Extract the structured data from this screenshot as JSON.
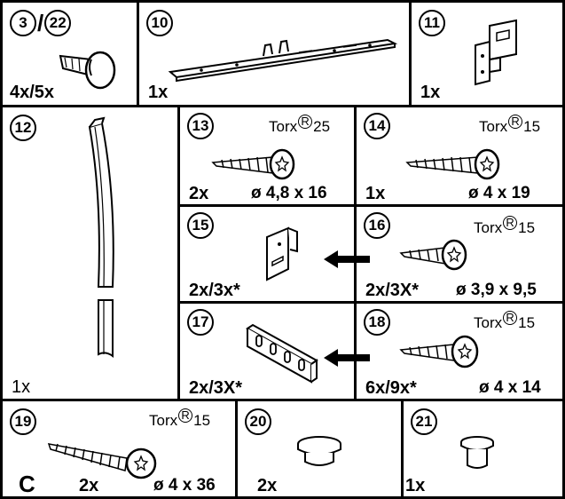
{
  "cells": {
    "c3_22": {
      "num_a": "3",
      "num_b": "22",
      "qty": "4x/5x"
    },
    "c10": {
      "num": "10",
      "qty": "1x"
    },
    "c11": {
      "num": "11",
      "qty": "1x"
    },
    "c12": {
      "num": "12",
      "qty": "1x"
    },
    "c13": {
      "num": "13",
      "torx": "Torx",
      "torx_mark": "R",
      "torx_size": "25",
      "qty": "2x",
      "dim": "ø 4,8 x 16"
    },
    "c14": {
      "num": "14",
      "torx": "Torx",
      "torx_mark": "R",
      "torx_size": "15",
      "qty": "1x",
      "dim": "ø 4 x 19"
    },
    "c15": {
      "num": "15",
      "qty": "2x/3x*"
    },
    "c16": {
      "num": "16",
      "torx": "Torx",
      "torx_mark": "R",
      "torx_size": "15",
      "qty": "2x/3X*",
      "dim": "ø 3,9 x 9,5"
    },
    "c17": {
      "num": "17",
      "qty": "2x/3X*"
    },
    "c18": {
      "num": "18",
      "torx": "Torx",
      "torx_mark": "R",
      "torx_size": "15",
      "qty": "6x/9x*",
      "dim": "ø 4 x 14"
    },
    "c19": {
      "num": "19",
      "torx": "Torx",
      "torx_mark": "R",
      "torx_size": "15",
      "letter": "C",
      "qty": "2x",
      "dim": "ø 4 x 36"
    },
    "c20": {
      "num": "20",
      "qty": "2x"
    },
    "c21": {
      "num": "21",
      "qty": "1x"
    }
  }
}
